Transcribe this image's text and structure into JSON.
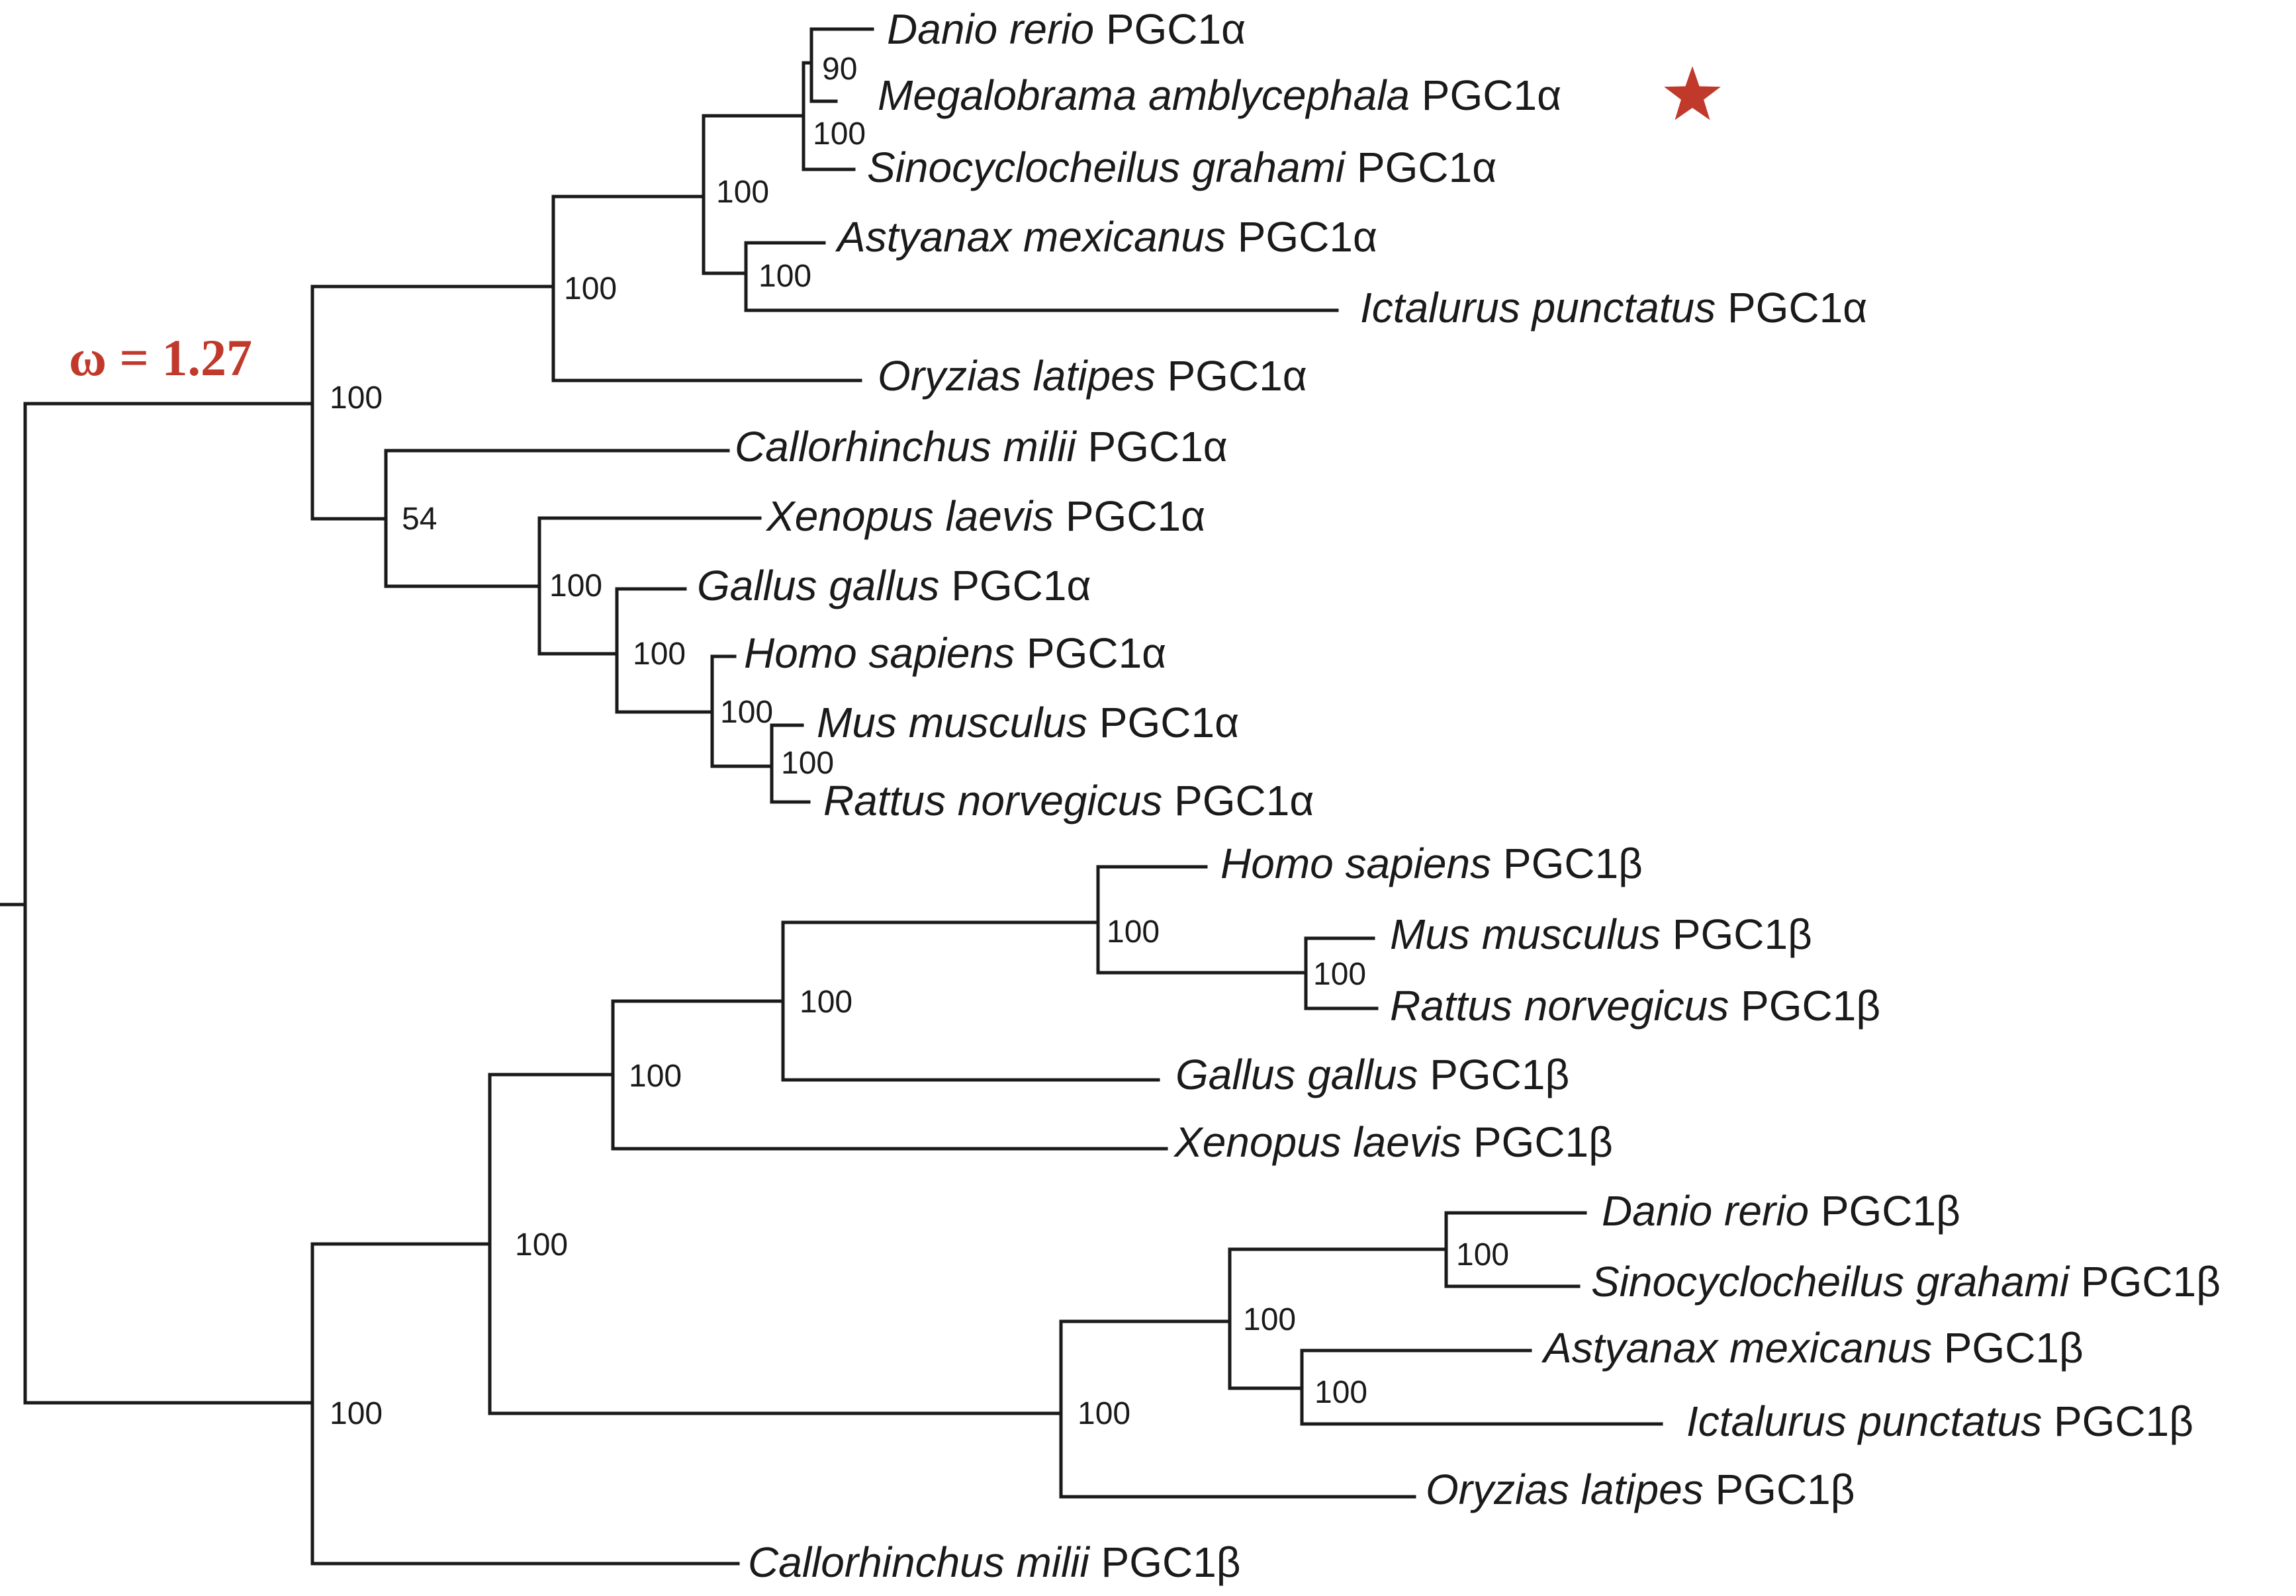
{
  "colors": {
    "accent": "#c0392b",
    "line": "#1a1a1a"
  },
  "annotation": {
    "omega_label": "ω = 1.27",
    "marker": "red-star-icon"
  },
  "taxa": [
    {
      "species": "Danio rerio",
      "gene": "PGC1α"
    },
    {
      "species": "Megalobrama amblycephala",
      "gene": "PGC1α"
    },
    {
      "species": "Sinocyclocheilus grahami",
      "gene": "PGC1α"
    },
    {
      "species": "Astyanax mexicanus",
      "gene": "PGC1α"
    },
    {
      "species": "Ictalurus punctatus",
      "gene": "PGC1α"
    },
    {
      "species": "Oryzias latipes",
      "gene": "PGC1α"
    },
    {
      "species": "Callorhinchus milii",
      "gene": "PGC1α"
    },
    {
      "species": "Xenopus laevis",
      "gene": "PGC1α"
    },
    {
      "species": "Gallus gallus",
      "gene": "PGC1α"
    },
    {
      "species": "Homo sapiens",
      "gene": "PGC1α"
    },
    {
      "species": "Mus musculus",
      "gene": "PGC1α"
    },
    {
      "species": "Rattus norvegicus",
      "gene": "PGC1α"
    },
    {
      "species": "Homo sapiens",
      "gene": "PGC1β"
    },
    {
      "species": "Mus musculus",
      "gene": "PGC1β"
    },
    {
      "species": "Rattus norvegicus",
      "gene": "PGC1β"
    },
    {
      "species": "Gallus gallus",
      "gene": "PGC1β"
    },
    {
      "species": "Xenopus laevis",
      "gene": "PGC1β"
    },
    {
      "species": "Danio rerio",
      "gene": "PGC1β"
    },
    {
      "species": "Sinocyclocheilus grahami",
      "gene": "PGC1β"
    },
    {
      "species": "Astyanax mexicanus",
      "gene": "PGC1β"
    },
    {
      "species": "Ictalurus punctatus",
      "gene": "PGC1β"
    },
    {
      "species": "Oryzias latipes",
      "gene": "PGC1β"
    },
    {
      "species": "Callorhinchus milii",
      "gene": "PGC1β"
    }
  ],
  "bootstrap": [
    {
      "node": "danio-megalobrama",
      "value": "90"
    },
    {
      "node": "cyprinid-clade",
      "value": "100"
    },
    {
      "node": "cyprinid-characiform-siluriform",
      "value": "100"
    },
    {
      "node": "astyanax-ictalurus",
      "value": "100"
    },
    {
      "node": "teleost-alpha",
      "value": "100"
    },
    {
      "node": "alpha-clade",
      "value": "100"
    },
    {
      "node": "callorhinchus-tetrapod-alpha",
      "value": "54"
    },
    {
      "node": "tetrapod-alpha",
      "value": "100"
    },
    {
      "node": "amniote-alpha",
      "value": "100"
    },
    {
      "node": "mammal-alpha",
      "value": "100"
    },
    {
      "node": "rodent-alpha",
      "value": "100"
    },
    {
      "node": "mammal-beta",
      "value": "100"
    },
    {
      "node": "rodent-beta",
      "value": "100"
    },
    {
      "node": "amniote-beta",
      "value": "100"
    },
    {
      "node": "tetrapod-beta",
      "value": "100"
    },
    {
      "node": "osteichthyes-beta",
      "value": "100"
    },
    {
      "node": "beta-clade",
      "value": "100"
    },
    {
      "node": "danio-sinocyclocheilus-beta",
      "value": "100"
    },
    {
      "node": "otophysi-beta",
      "value": "100"
    },
    {
      "node": "astyanax-ictalurus-beta",
      "value": "100"
    },
    {
      "node": "teleost-beta",
      "value": "100"
    }
  ]
}
